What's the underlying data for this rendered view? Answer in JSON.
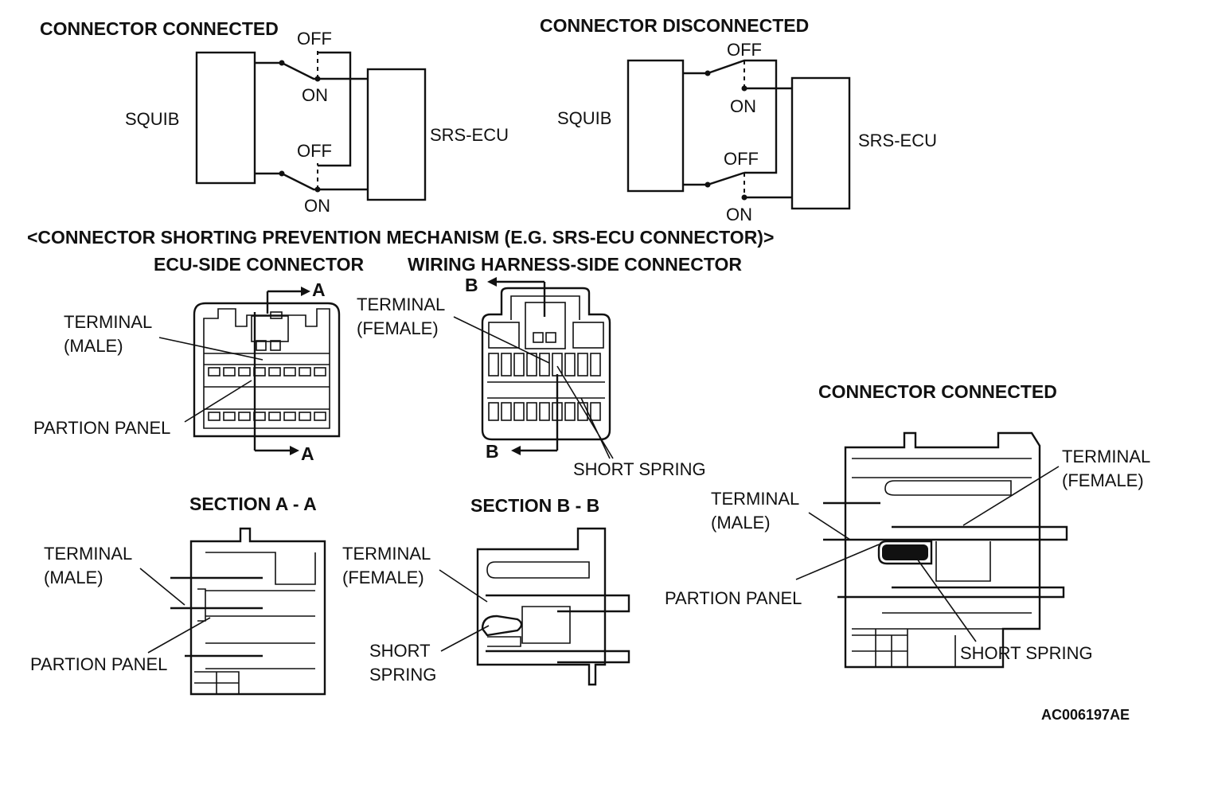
{
  "circuit_connected": {
    "title": "CONNECTOR CONNECTED",
    "squib": "SQUIB",
    "ecu": "SRS-ECU",
    "off_top": "OFF",
    "on_top": "ON",
    "off_bottom": "OFF",
    "on_bottom": "ON"
  },
  "circuit_disconnected": {
    "title": "CONNECTOR DISCONNECTED",
    "squib": "SQUIB",
    "ecu": "SRS-ECU",
    "off_top": "OFF",
    "on_top": "ON",
    "off_bottom": "OFF",
    "on_bottom": "ON"
  },
  "mechanism_title": "<CONNECTOR SHORTING PREVENTION MECHANISM (E.G. SRS-ECU CONNECTOR)>",
  "ecu_side": {
    "title": "ECU-SIDE CONNECTOR",
    "terminal_line1": "TERMINAL",
    "terminal_line2": "(MALE)",
    "partion_panel": "PARTION PANEL",
    "section_mark_top": "A",
    "section_mark_bottom": "A"
  },
  "harness_side": {
    "title": "WIRING HARNESS-SIDE CONNECTOR",
    "terminal_line1": "TERMINAL",
    "terminal_line2": "(FEMALE)",
    "short_spring": "SHORT SPRING",
    "section_mark_top": "B",
    "section_mark_bottom": "B"
  },
  "section_a": {
    "title": "SECTION A - A",
    "terminal_line1": "TERMINAL",
    "terminal_line2": "(MALE)",
    "partion_panel": "PARTION PANEL"
  },
  "section_b": {
    "title": "SECTION B - B",
    "terminal_line1": "TERMINAL",
    "terminal_line2": "(FEMALE)",
    "short_line1": "SHORT",
    "short_line2": "SPRING"
  },
  "connected_detail": {
    "title": "CONNECTOR CONNECTED",
    "terminal_female_line1": "TERMINAL",
    "terminal_female_line2": "(FEMALE)",
    "terminal_male_line1": "TERMINAL",
    "terminal_male_line2": "(MALE)",
    "partion_panel": "PARTION PANEL",
    "short_spring": "SHORT SPRING"
  },
  "figure_code": "AC006197AE"
}
